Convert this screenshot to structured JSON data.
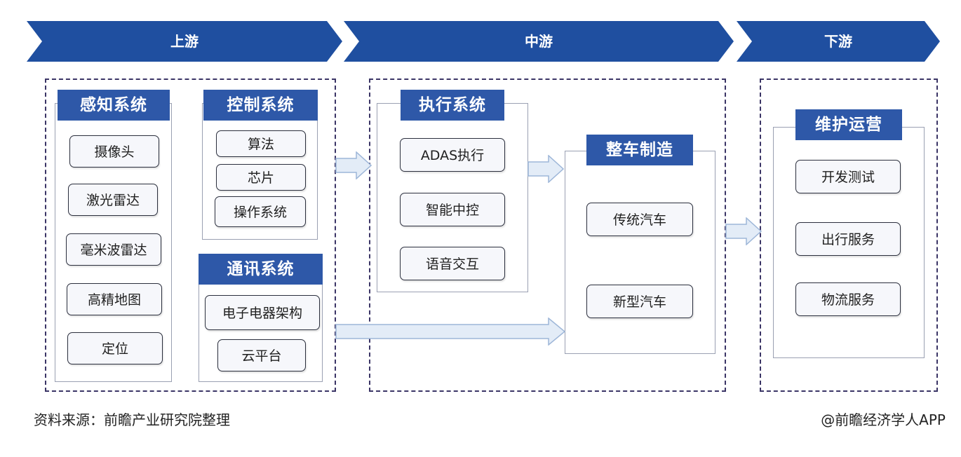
{
  "stages": {
    "upstream": "上游",
    "midstream": "中游",
    "downstream": "下游"
  },
  "upstream": {
    "perception": {
      "title": "感知系统",
      "items": [
        "摄像头",
        "激光雷达",
        "毫米波雷达",
        "高精地图",
        "定位"
      ]
    },
    "control": {
      "title": "控制系统",
      "items": [
        "算法",
        "芯片",
        "操作系统"
      ]
    },
    "communication": {
      "title": "通讯系统",
      "items": [
        "电子电器架构",
        "云平台"
      ]
    }
  },
  "midstream": {
    "execution": {
      "title": "执行系统",
      "items": [
        "ADAS执行",
        "智能中控",
        "语音交互"
      ]
    },
    "vehicle": {
      "title": "整车制造",
      "items": [
        "传统汽车",
        "新型汽车"
      ]
    }
  },
  "downstream": {
    "operations": {
      "title": "维护运营",
      "items": [
        "开发测试",
        "出行服务",
        "物流服务"
      ]
    }
  },
  "footer": {
    "source": "资料来源：前瞻产业研究院整理",
    "brand": "@前瞻经济学人APP"
  },
  "colors": {
    "banner": "#1f4fa0",
    "header": "#2e58a8",
    "dash": "#3b3566",
    "arrow_fill": "#e3ecf7",
    "arrow_stroke": "#9db6d8"
  }
}
